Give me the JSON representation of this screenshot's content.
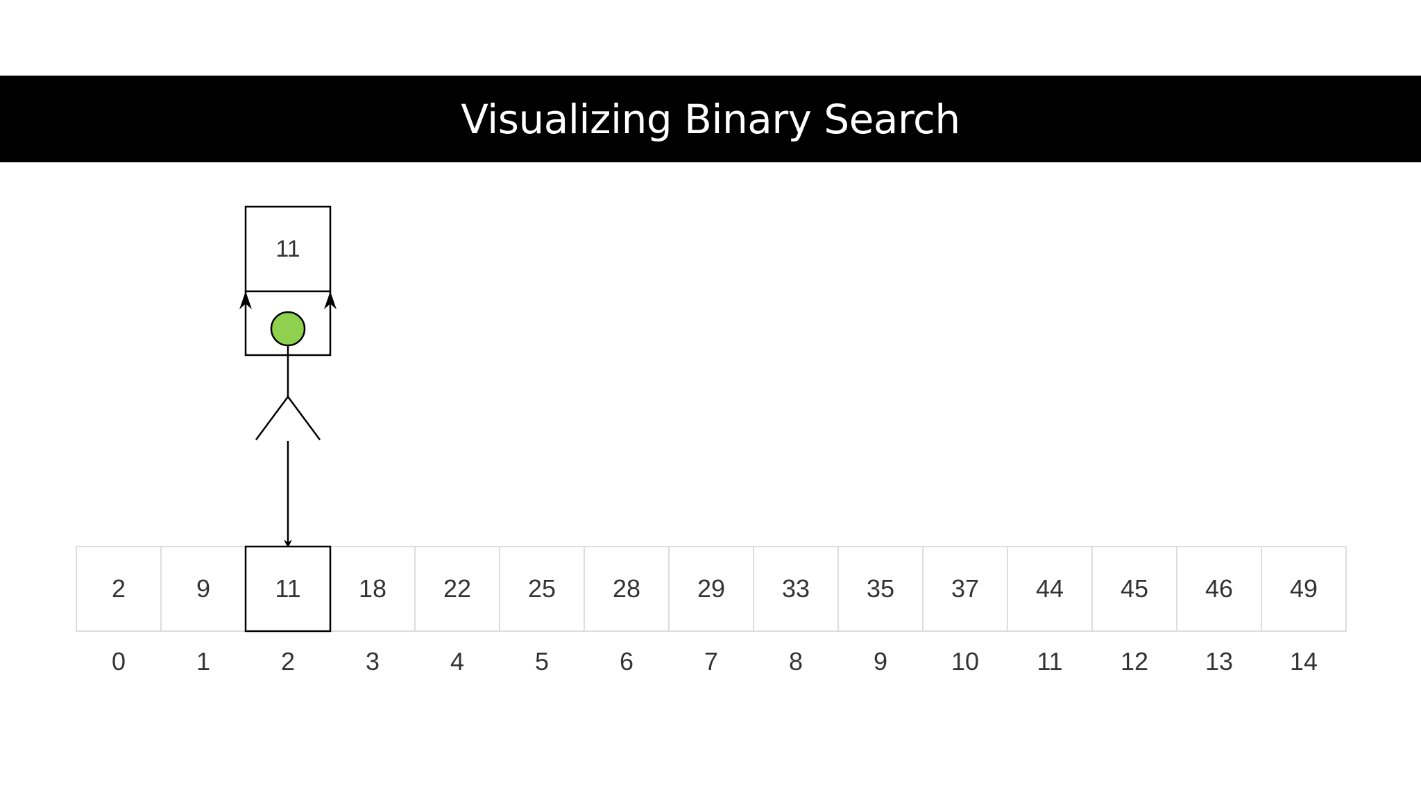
{
  "title": "Visualizing Binary Search",
  "target_value": "11",
  "array": {
    "values": [
      "2",
      "9",
      "11",
      "18",
      "22",
      "25",
      "28",
      "29",
      "33",
      "35",
      "37",
      "44",
      "45",
      "46",
      "49"
    ],
    "indices": [
      "0",
      "1",
      "2",
      "3",
      "4",
      "5",
      "6",
      "7",
      "8",
      "9",
      "10",
      "11",
      "12",
      "13",
      "14"
    ],
    "highlighted_index": 2
  },
  "colors": {
    "title_background": "#000000",
    "title_text": "#ffffff",
    "head_fill": "#8fd14f",
    "cell_border": "#dddddd",
    "highlight_border": "#000000",
    "text": "#333333"
  },
  "icons": {
    "figure": "stick-figure-icon",
    "head": "circle-head-icon"
  }
}
